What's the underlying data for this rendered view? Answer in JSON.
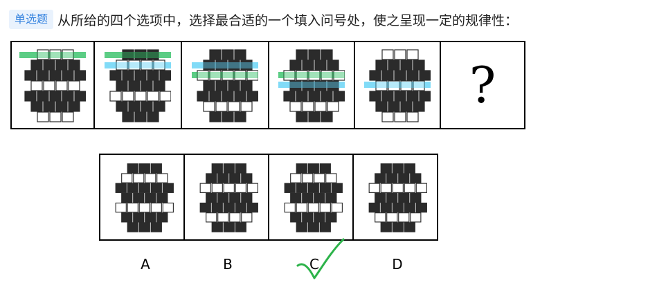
{
  "header": {
    "tag_label": "单选题",
    "question_text": "从所给的四个选项中，选择最合适的一个填入问号处，使之呈现一定的规律性："
  },
  "puzzle": {
    "question_mark": "?",
    "sequence": [
      {
        "highlights": [
          {
            "row": 0,
            "color": "green"
          }
        ]
      },
      {
        "highlights": [
          {
            "row": 0,
            "color": "green"
          },
          {
            "row": 1,
            "color": "blue"
          }
        ]
      },
      {
        "highlights": [
          {
            "row": 1,
            "color": "blue"
          },
          {
            "row": 2,
            "color": "green"
          }
        ]
      },
      {
        "highlights": [
          {
            "row": 2,
            "color": "green"
          },
          {
            "row": 3,
            "color": "blue"
          }
        ]
      },
      {
        "highlights": [
          {
            "row": 3,
            "color": "blue"
          }
        ]
      }
    ],
    "options": [
      {
        "label": "A"
      },
      {
        "label": "B"
      },
      {
        "label": "C"
      },
      {
        "label": "D"
      }
    ]
  },
  "colors": {
    "green_highlight": "#2fbf63",
    "blue_highlight": "#5ed0f5",
    "answer_mark": "#2db34a",
    "tag_bg": "#e9f2fd",
    "tag_text": "#3a86e0"
  }
}
